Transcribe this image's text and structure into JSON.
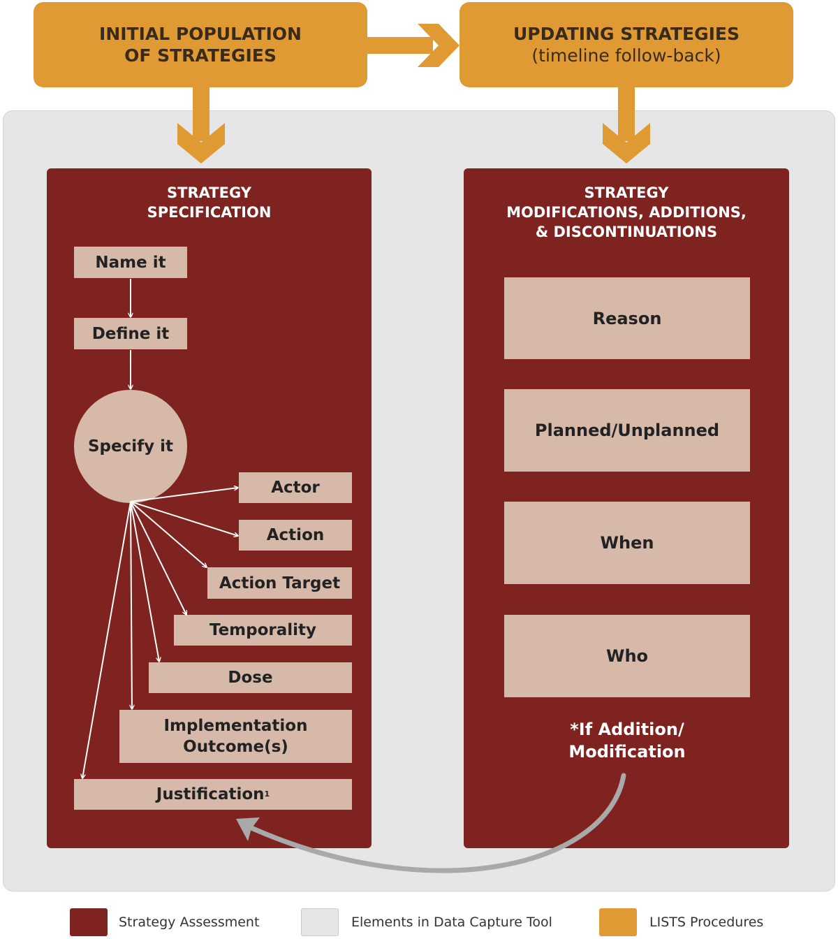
{
  "colors": {
    "strategy_assessment": "#7e2320",
    "data_capture_tool": "#e6e6e6",
    "lists_procedures": "#e09a34",
    "element_fill": "#d7b9aa"
  },
  "top": {
    "initial": {
      "line1": "INITIAL POPULATION",
      "line2": "OF STRATEGIES"
    },
    "updating": {
      "title": "UPDATING STRATEGIES",
      "subtitle": "(timeline follow-back)"
    }
  },
  "left_panel": {
    "title": "STRATEGY\nSPECIFICATION",
    "name_it": "Name it",
    "define_it": "Define it",
    "specify_it": "Specify it",
    "actor": "Actor",
    "action": "Action",
    "action_target": "Action Target",
    "temporality": "Temporality",
    "dose": "Dose",
    "implementation_outcomes": "Implementation\nOutcome(s)",
    "justification": "Justification",
    "justification_footnote": "1"
  },
  "right_panel": {
    "title": "STRATEGY\nMODIFICATIONS, ADDITIONS,\n& DISCONTINUATIONS",
    "reason": "Reason",
    "planned": "Planned/Unplanned",
    "when": "When",
    "who": "Who",
    "note": "*If Addition/\nModification"
  },
  "legend": {
    "strategy_assessment": "Strategy Assessment",
    "data_capture_tool": "Elements in Data Capture Tool",
    "lists_procedures": "LISTS Procedures"
  }
}
